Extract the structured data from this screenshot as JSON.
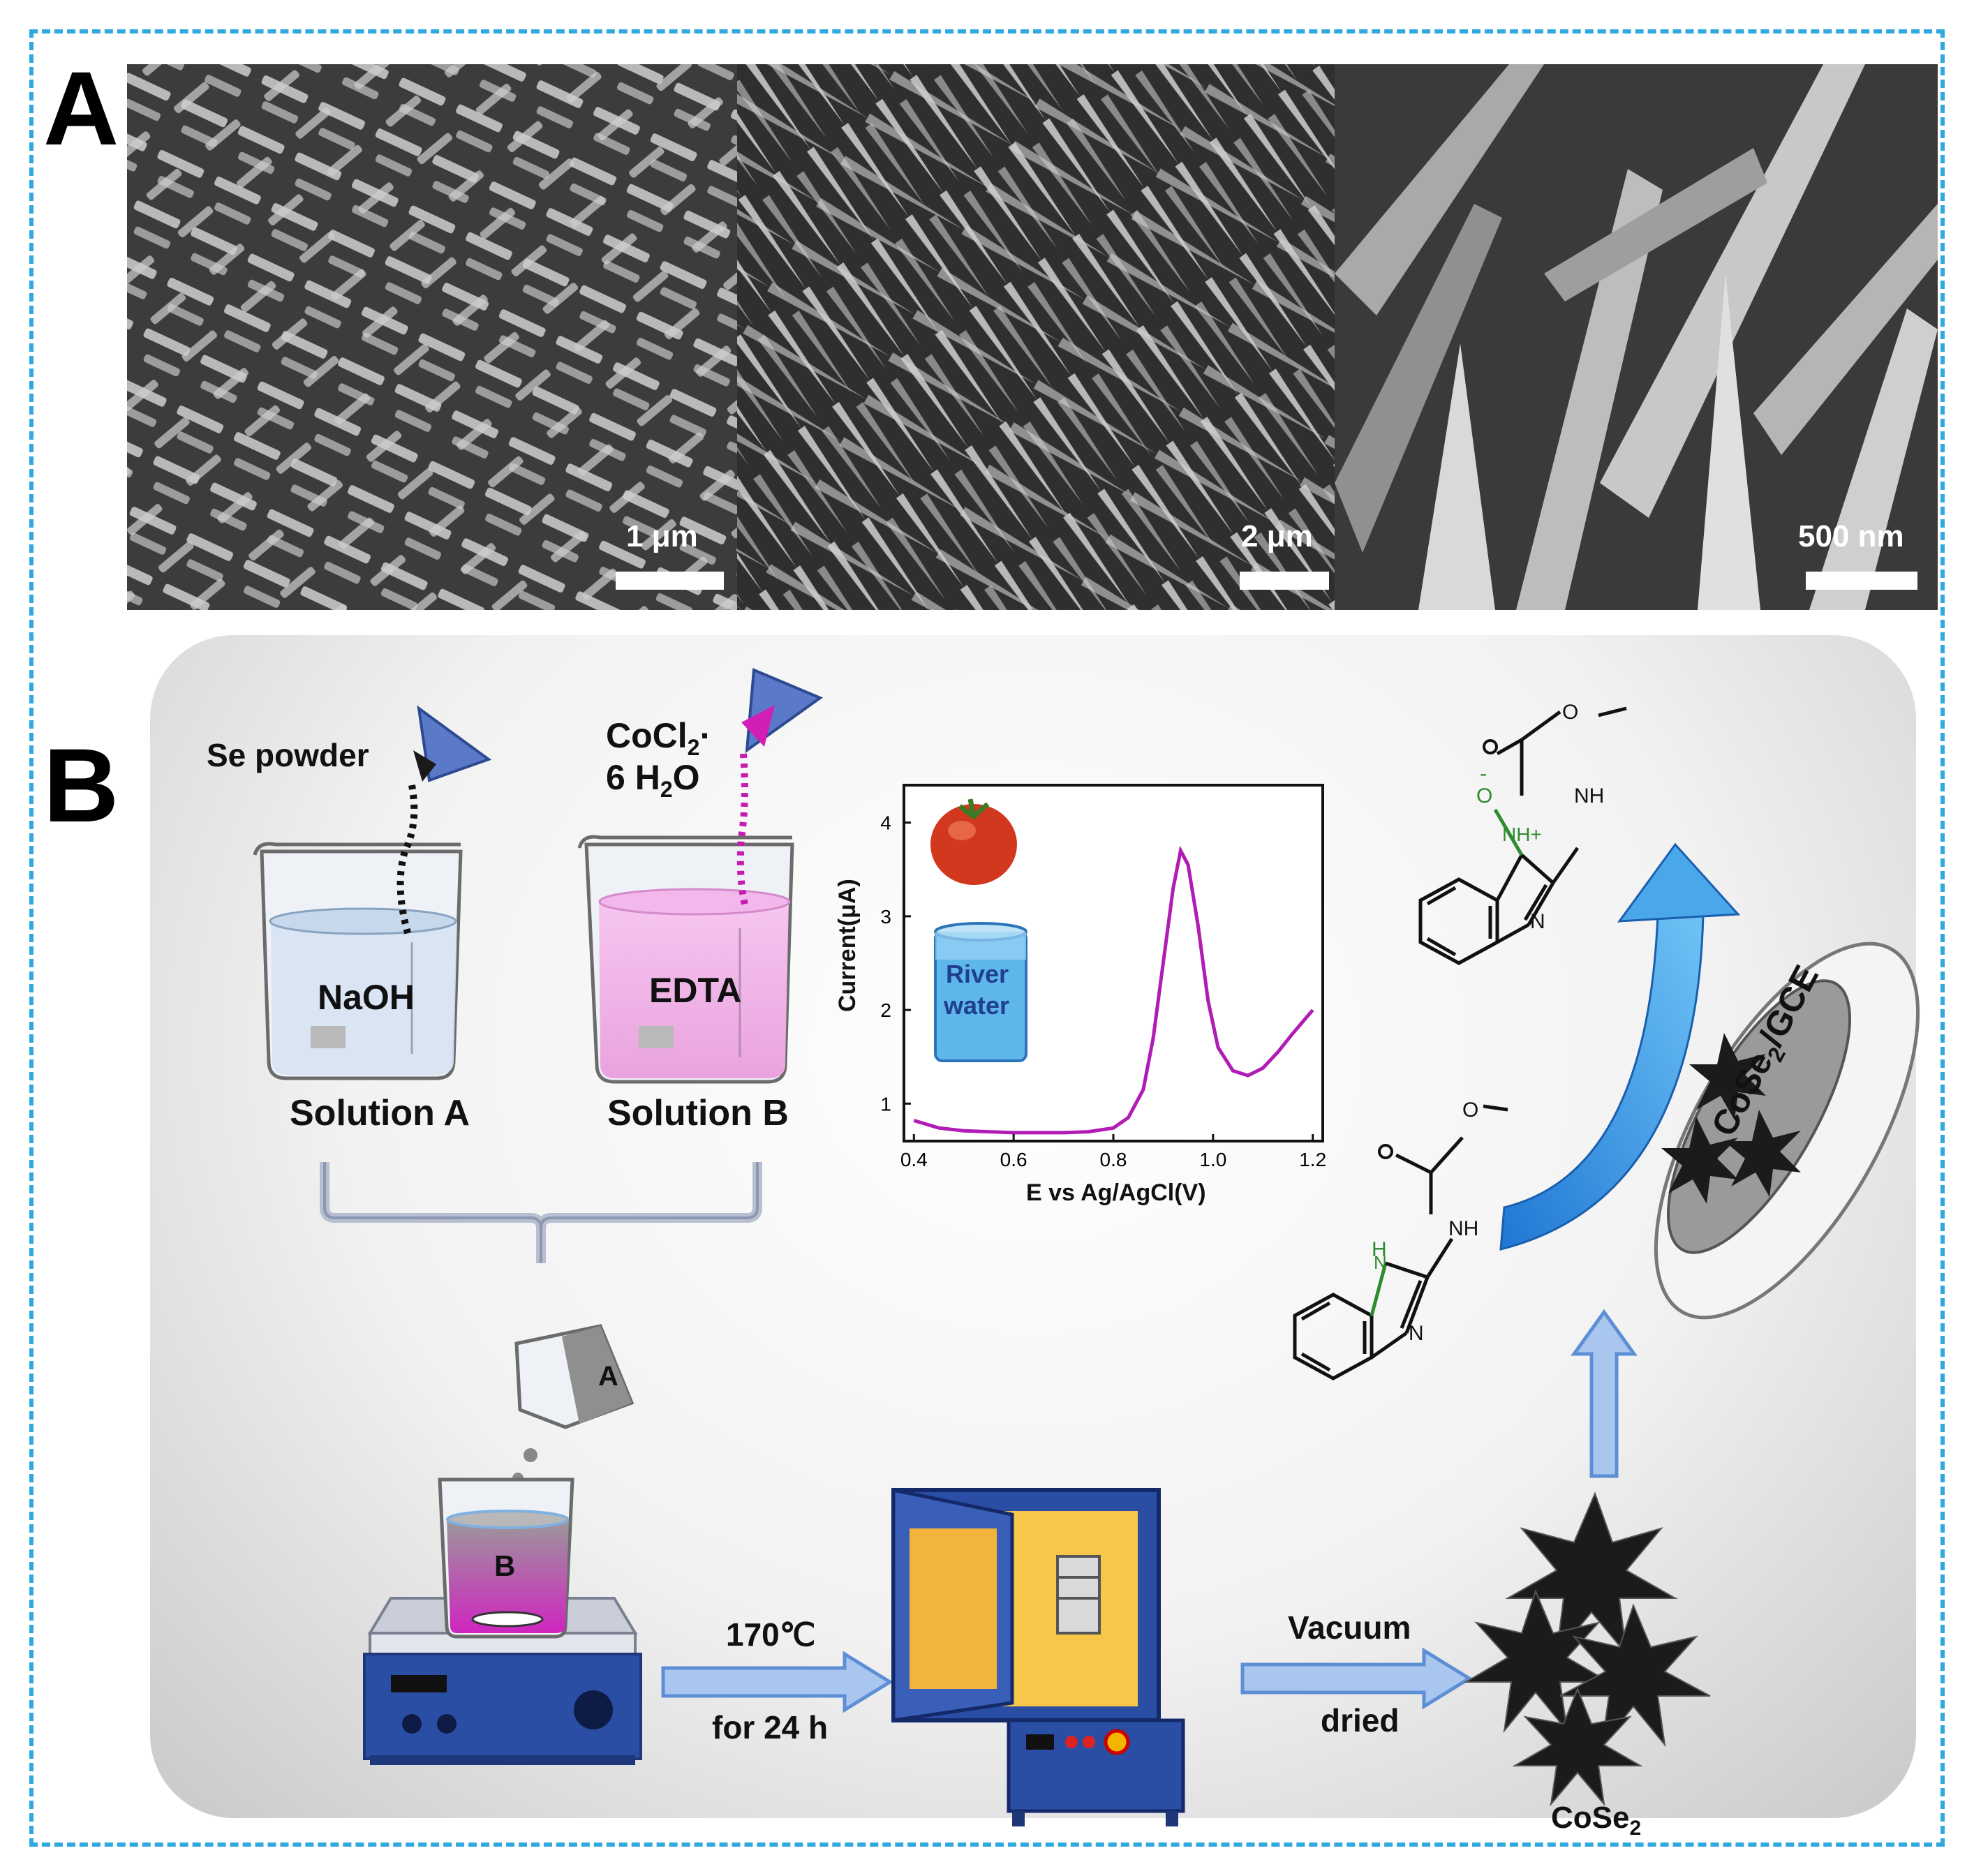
{
  "panels": {
    "a_label": "A",
    "b_label": "B"
  },
  "sem_images": [
    {
      "scale": "1 μm"
    },
    {
      "scale": "2 μm"
    },
    {
      "scale": "500 nm"
    }
  ],
  "synthesis": {
    "se_powder": "Se powder",
    "cocl2_line1": "CoCl",
    "cocl2_sub": "2",
    "cocl2_dot": "·",
    "cocl2_line2": "6 H",
    "cocl2_line2_sub": "2",
    "cocl2_line2_end": "O",
    "beaker_a_content": "NaOH",
    "beaker_b_content": "EDTA",
    "solution_a": "Solution A",
    "solution_b": "Solution B",
    "cup_label": "A",
    "stirrer_beaker_label": "B",
    "step1_top": "170℃",
    "step1_bottom": "for 24 h",
    "step2_top": "Vacuum",
    "step2_bottom": "dried",
    "product": "CoSe",
    "product_sub": "2",
    "electrode": "CoSe",
    "electrode_sub": "2",
    "electrode_end": "/GCE",
    "river_water_1": "River",
    "river_water_2": "water"
  },
  "chart_data": {
    "type": "line",
    "xlabel": "E vs Ag/AgCl(V)",
    "ylabel": "Current(μA)",
    "xlim": [
      0.38,
      1.22
    ],
    "ylim": [
      0.6,
      4.4
    ],
    "xticks": [
      "0.4",
      "0.6",
      "0.8",
      "1.0",
      "1.2"
    ],
    "yticks": [
      "1",
      "2",
      "3",
      "4"
    ],
    "series": [
      {
        "color": "#b01cb5",
        "x": [
          0.4,
          0.45,
          0.5,
          0.55,
          0.6,
          0.65,
          0.7,
          0.75,
          0.8,
          0.83,
          0.86,
          0.88,
          0.9,
          0.92,
          0.935,
          0.95,
          0.97,
          0.99,
          1.01,
          1.04,
          1.07,
          1.1,
          1.13,
          1.16,
          1.2
        ],
        "y": [
          0.82,
          0.74,
          0.71,
          0.7,
          0.69,
          0.69,
          0.69,
          0.7,
          0.74,
          0.85,
          1.15,
          1.7,
          2.5,
          3.3,
          3.7,
          3.55,
          2.9,
          2.1,
          1.6,
          1.35,
          1.3,
          1.38,
          1.55,
          1.75,
          2.0
        ]
      }
    ]
  },
  "colors": {
    "frame": "#2fa9e0",
    "curve": "#b01cb5",
    "arrow_blue": "#8fb6e8",
    "oven": "#2a4ea3"
  }
}
